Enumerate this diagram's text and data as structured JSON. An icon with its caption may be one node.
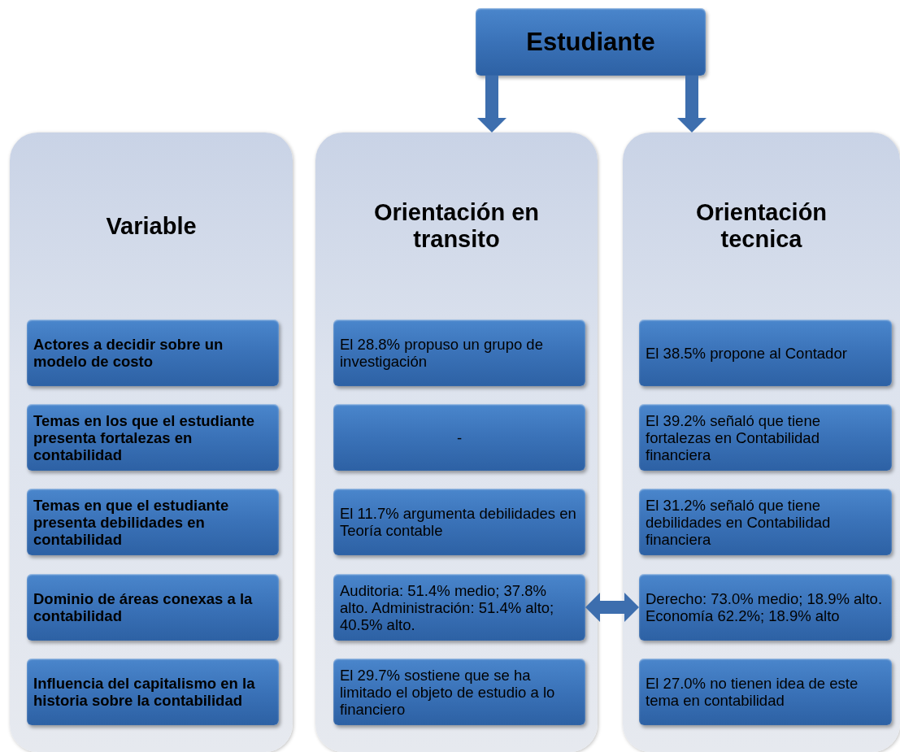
{
  "diagram": {
    "nodes": [
      {
        "text": [
          "Estudiante"
        ]
      },
      {
        "text": [
          "Variable"
        ]
      },
      {
        "text": [
          "Actores a decidir sobre un modelo de costo"
        ],
        "in": 1
      },
      {
        "text": [
          "Temas en los que el estudiante presenta fortalezas en contabilidad"
        ],
        "in": 1
      },
      {
        "text": [
          "Temas en que el estudiante presenta debilidades en contabilidad"
        ],
        "in": 1
      },
      {
        "text": [
          "Dominio de áreas conexas a la contabilidad"
        ],
        "in": 1
      },
      {
        "text": [
          "Influencia del capitalismo en la historia sobre la contabilidad"
        ],
        "in": 1
      },
      {
        "text": [
          "Orientación en transito"
        ]
      },
      {
        "text": [
          "El 28.8% propuso un grupo de investigación"
        ],
        "in": 7
      },
      {
        "text": [
          "-"
        ],
        "in": 7
      },
      {
        "text": [
          "El 11.7% argumenta debilidades en Teoría contable"
        ],
        "in": 7
      },
      {
        "text": [
          "Auditoria: 51.4% medio; 37.8% alto. Administración: 51.4% alto; 40.5% alto."
        ],
        "in": 7
      },
      {
        "text": [
          "El 29.7% sostiene que  se ha limitado el objeto de estudio a lo financiero"
        ],
        "in": 7
      },
      {
        "text": [
          "Orientación tecnica"
        ]
      },
      {
        "text": [
          "El 38.5% propone al Contador"
        ],
        "in": 13
      },
      {
        "text": [
          "El 39.2% señaló que tiene fortalezas en Contabilidad financiera"
        ],
        "in": 13
      },
      {
        "text": [
          "El 31.2% señaló que tiene debilidades en Contabilidad financiera"
        ],
        "in": 13
      },
      {
        "text": [
          "Derecho: 73.0% medio; 18.9% alto.  Economía 62.2%; 18.9% alto"
        ],
        "in": 13
      },
      {
        "text": [
          "El 27.0% no tienen idea de este tema en contabilidad"
        ],
        "in": 13
      }
    ],
    "edges": [
      {
        "from": 0,
        "to": 7,
        "arrow": "to"
      },
      {
        "from": 0,
        "to": 13,
        "arrow": "to"
      },
      {
        "from": 11,
        "to": 17,
        "arrow": "both"
      }
    ]
  }
}
